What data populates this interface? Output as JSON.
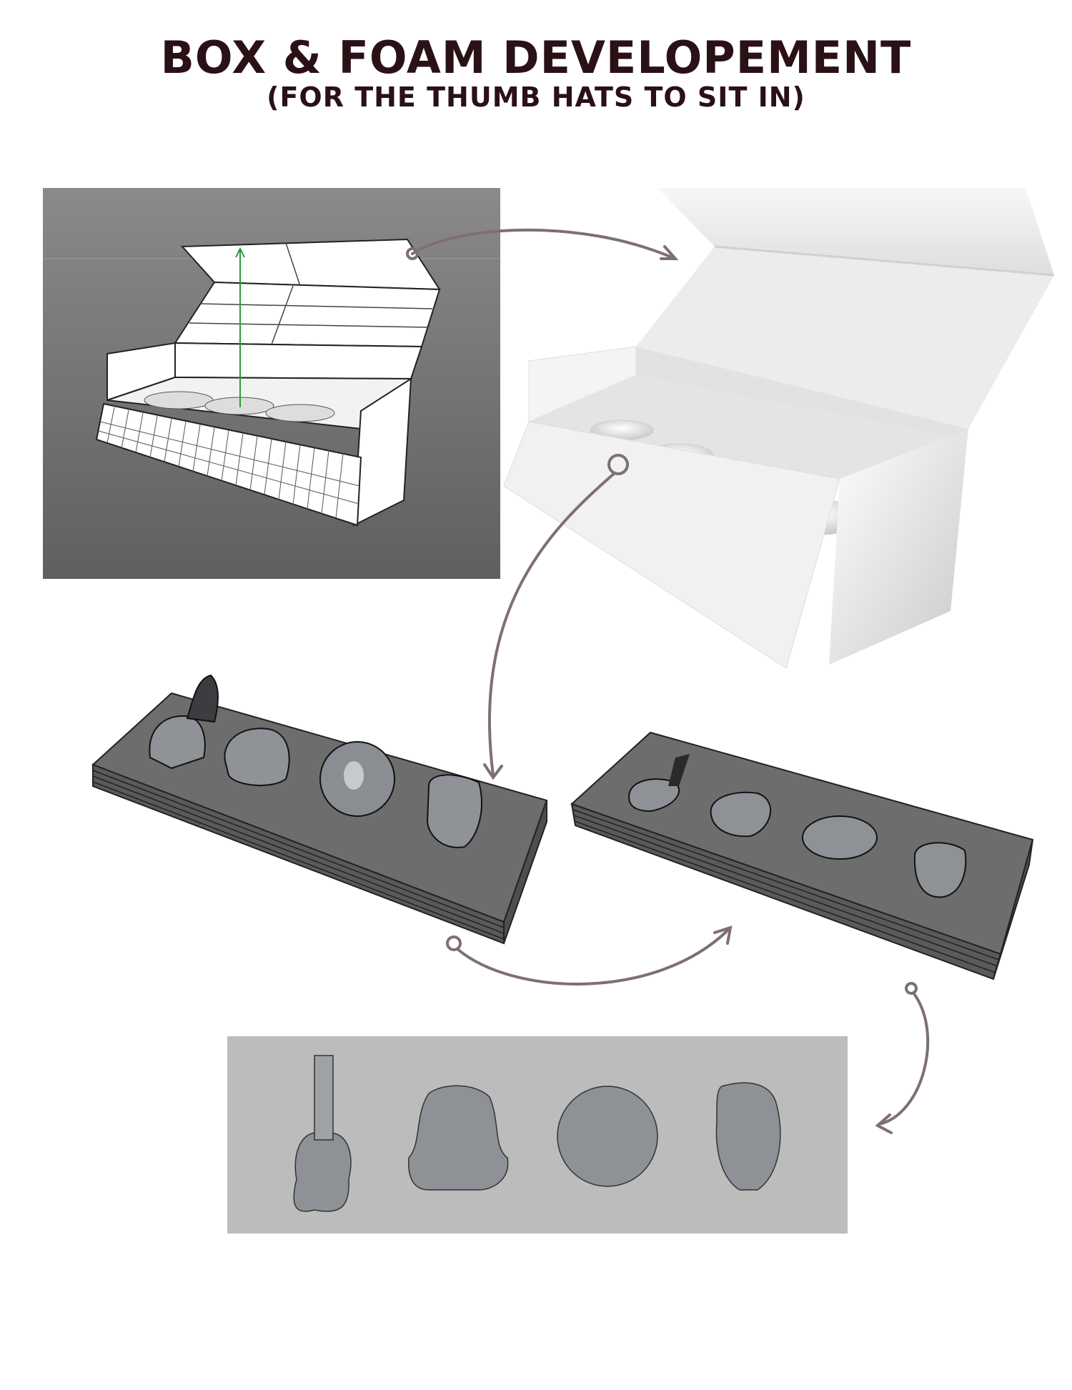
{
  "header": {
    "title": "BOX & FOAM DEVELOPEMENT",
    "subtitle": "(FOR THE THUMB HATS TO SIT IN)"
  },
  "panels": {
    "wireframe": "wireframe-3d-model-of-open-box",
    "rendered_box": "rendered-open-box-with-four-cutouts",
    "foam_with_hats": "foam-insert-with-thumb-hats",
    "foam_cutouts": "foam-insert-with-empty-cutouts",
    "cut_template": "flat-foam-cut-template"
  },
  "colors": {
    "title": "#2a1116",
    "arrow": "#7e6f73",
    "foam": "#6d6d6d",
    "template_bg": "#bcbcbc",
    "cutout_fill": "#8e9196"
  }
}
